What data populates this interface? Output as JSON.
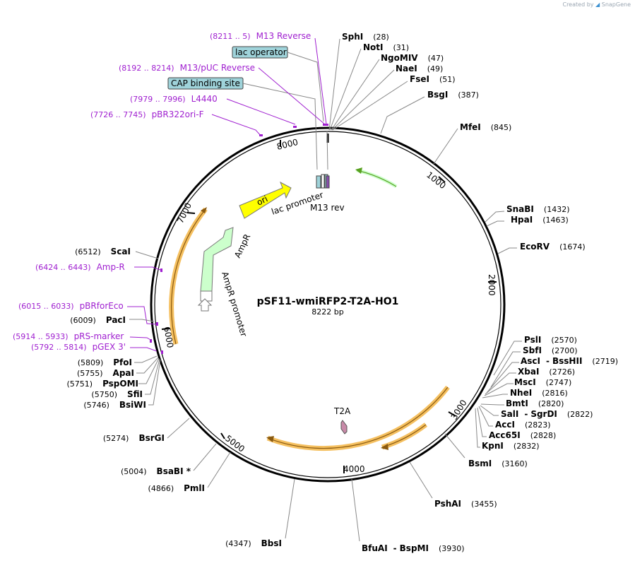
{
  "credit": {
    "prefix": "Created by",
    "brand": "SnapGene"
  },
  "plasmid": {
    "name": "pSF11-wmiRFP2-T2A-HO1",
    "length_label": "8222 bp"
  },
  "ticks": [
    "1000",
    "2000",
    "3000",
    "4000",
    "5000",
    "6000",
    "7000",
    "8000"
  ],
  "colors": {
    "primer": "#a020d0",
    "feature_yellow": "#ffff00",
    "feature_green": "#ccffcc",
    "orange_highlight": "#f5c060",
    "misc_box": "#9fd3da"
  },
  "features": {
    "ori": "ori",
    "lac_promoter": "lac promoter",
    "m13_rev": "M13 rev",
    "ampr": "AmpR",
    "ampr_promoter": "AmpR promoter",
    "t2a": "T2A"
  },
  "boxes": {
    "lac_operator": "lac operator",
    "cap_site": "CAP binding site"
  },
  "primers": [
    {
      "range": "(8211 .. 5)",
      "name": "M13 Reverse"
    },
    {
      "range": "(8192 .. 8214)",
      "name": "M13/pUC Reverse"
    },
    {
      "range": "(7979 .. 7996)",
      "name": "L4440"
    },
    {
      "range": "(7726 .. 7745)",
      "name": "pBR322ori-F"
    },
    {
      "range": "(6424 .. 6443)",
      "name": "Amp-R"
    },
    {
      "range": "(6015 .. 6033)",
      "name": "pBRforEco"
    },
    {
      "range": "(5914 .. 5933)",
      "name": "pRS-marker"
    },
    {
      "range": "(5792 .. 5814)",
      "name": "pGEX 3'"
    }
  ],
  "enzymes_right": [
    {
      "name": "SphI",
      "pos": "(28)"
    },
    {
      "name": "NotI",
      "pos": "(31)"
    },
    {
      "name": "NgoMIV",
      "pos": "(47)"
    },
    {
      "name": "NaeI",
      "pos": "(49)"
    },
    {
      "name": "FseI",
      "pos": "(51)"
    },
    {
      "name": "BsgI",
      "pos": "(387)"
    },
    {
      "name": "MfeI",
      "pos": "(845)"
    },
    {
      "name": "SnaBI",
      "pos": "(1432)"
    },
    {
      "name": "HpaI",
      "pos": "(1463)"
    },
    {
      "name": "EcoRV",
      "pos": "(1674)"
    },
    {
      "name": "PslI",
      "pos": "(2570)"
    },
    {
      "name": "SbfI",
      "pos": "(2700)"
    },
    {
      "name": "AscI",
      "extra": "BssHII",
      "pos": "(2719)"
    },
    {
      "name": "XbaI",
      "pos": "(2726)"
    },
    {
      "name": "MscI",
      "pos": "(2747)"
    },
    {
      "name": "NheI",
      "pos": "(2816)"
    },
    {
      "name": "BmtI",
      "pos": "(2820)"
    },
    {
      "name": "SalI",
      "extra": "SgrDI",
      "pos": "(2822)"
    },
    {
      "name": "AccI",
      "pos": "(2823)"
    },
    {
      "name": "Acc65I",
      "pos": "(2828)"
    },
    {
      "name": "KpnI",
      "pos": "(2832)"
    },
    {
      "name": "BsmI",
      "pos": "(3160)"
    },
    {
      "name": "PshAI",
      "pos": "(3455)"
    },
    {
      "name": "BfuAI",
      "extra": "BspMI",
      "pos": "(3930)"
    }
  ],
  "enzymes_left": [
    {
      "name": "ScaI",
      "pos": "(6512)"
    },
    {
      "name": "PacI",
      "pos": "(6009)"
    },
    {
      "name": "PfoI",
      "pos": "(5809)"
    },
    {
      "name": "ApaI",
      "pos": "(5755)"
    },
    {
      "name": "PspOMI",
      "pos": "(5751)"
    },
    {
      "name": "SfiI",
      "pos": "(5750)"
    },
    {
      "name": "BsiWI",
      "pos": "(5746)"
    },
    {
      "name": "BsrGI",
      "pos": "(5274)"
    },
    {
      "name": "BsaBI *",
      "pos": "(5004)"
    },
    {
      "name": "PmlI",
      "pos": "(4866)"
    },
    {
      "name": "BbsI",
      "pos": "(4347)"
    }
  ]
}
